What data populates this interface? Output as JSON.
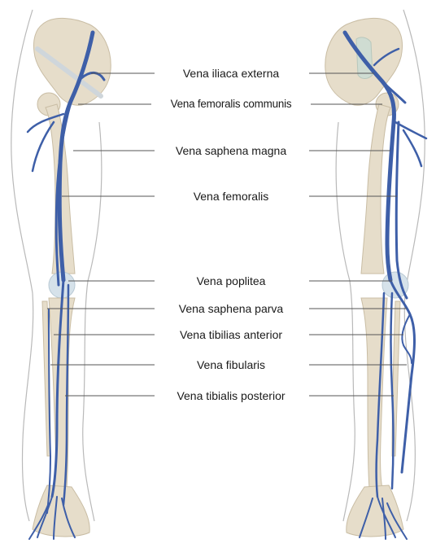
{
  "labels": {
    "iliaca_externa": "Vena iliaca externa",
    "femoralis_communis": "Vena femoralis communis",
    "saphena_magna": "Vena saphena magna",
    "femoralis": "Vena femoralis",
    "poplitea": "Vena poplitea",
    "saphena_parva": "Vena saphena parva",
    "tibialis_anterior": "Vena tibilias anterior",
    "fibularis": "Vena fibularis",
    "tibialis_posterior": "Vena tibialis posterior"
  },
  "colors": {
    "vein": "#3e5fa8",
    "vein_dark": "#2c4a92",
    "bone": "#e6ddca",
    "bone_edge": "#c9bda4",
    "skin_outline": "#b9b9b9",
    "leader_line": "#555555",
    "joint": "#d6e2ea"
  }
}
